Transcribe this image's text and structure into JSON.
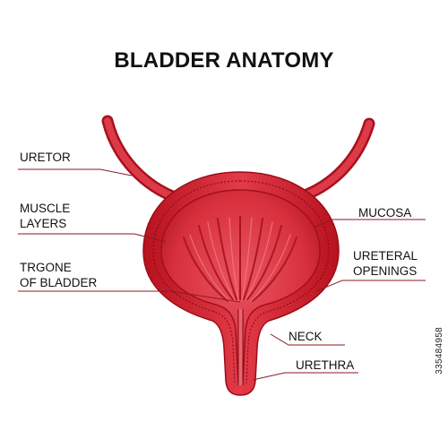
{
  "title": "BLADDER ANATOMY",
  "labels": {
    "uretor": "URETOR",
    "muscle_layers": "MUSCLE\nLAYERS",
    "trigone": "TRGONE\nOF BLADDER",
    "mucosa": "MUCOSA",
    "ureteral_openings": "URETERAL\nOPENINGS",
    "neck": "NECK",
    "urethra": "URETHRA"
  },
  "stock_id": "335484958",
  "colors": {
    "tissue_dark": "#a8101c",
    "tissue_main": "#d62f3c",
    "tissue_light": "#ee6a73",
    "leader_line": "#8a1a22",
    "text": "#111111"
  }
}
